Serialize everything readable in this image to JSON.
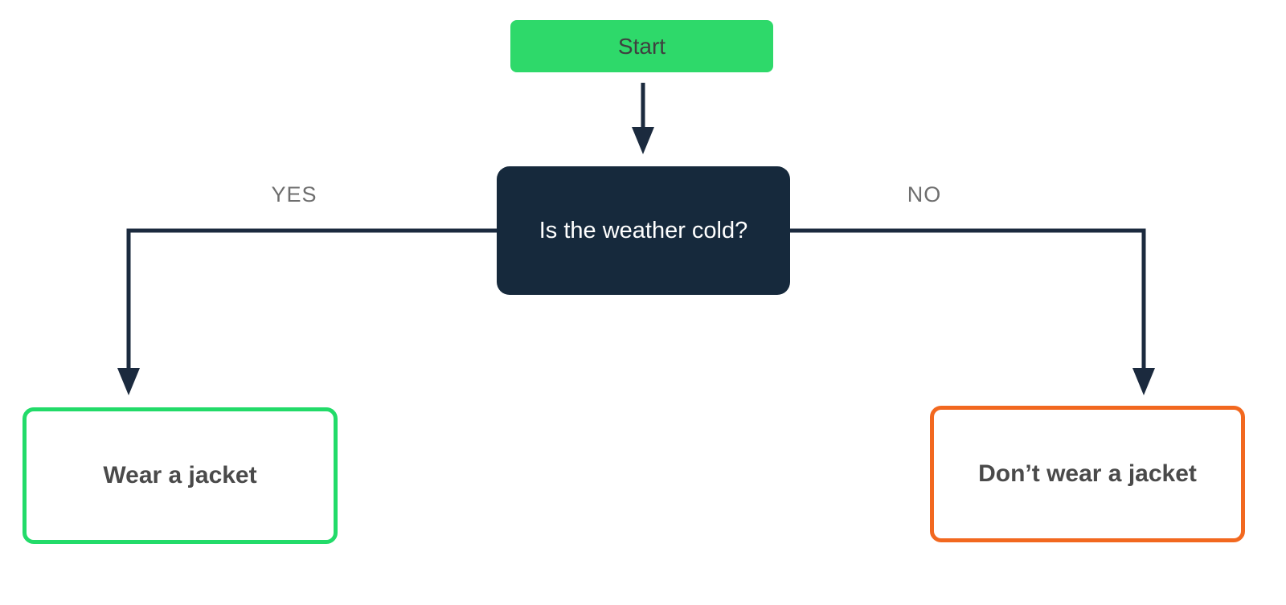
{
  "diagram": {
    "type": "flowchart",
    "nodes": {
      "start": {
        "label": "Start",
        "shape": "rounded-rect",
        "fill": "#2ED96A"
      },
      "decision": {
        "label": "Is the weather cold?",
        "shape": "rounded-rect",
        "fill": "#16293C"
      },
      "yes_outcome": {
        "label": "Wear a jacket",
        "shape": "rounded-rect-outline",
        "border": "#22DB69"
      },
      "no_outcome": {
        "label": "Don’t wear a jacket",
        "shape": "rounded-rect-outline",
        "border": "#F2681F"
      }
    },
    "edges": {
      "start_to_decision": {
        "from": "start",
        "to": "decision",
        "label": ""
      },
      "yes": {
        "from": "decision",
        "to": "yes_outcome",
        "label": "YES"
      },
      "no": {
        "from": "decision",
        "to": "no_outcome",
        "label": "NO"
      }
    }
  },
  "colors": {
    "start_fill": "#2ED96A",
    "start_text": "#3F3F3F",
    "decision_fill": "#16293C",
    "decision_text": "#FFFFFF",
    "connector": "#1B2A3E",
    "yes_border": "#22DB69",
    "no_border": "#F2681F",
    "outcome_text": "#4A4A4A",
    "edge_label_text": "#6E6E6E",
    "background": "#FFFFFF"
  }
}
